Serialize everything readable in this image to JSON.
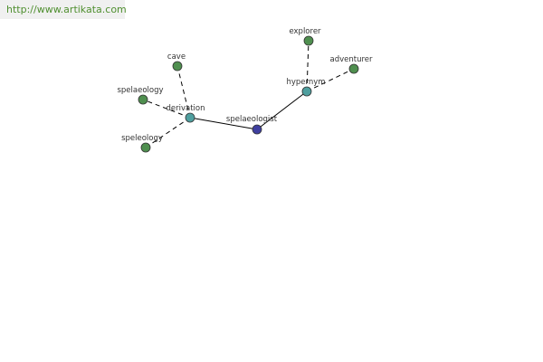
{
  "watermark": {
    "text": "http://www.artikata.com"
  },
  "graph": {
    "nodes": [
      {
        "id": "center",
        "label": "spelaeologist",
        "role": "root"
      },
      {
        "id": "derivation",
        "label": "derivation",
        "role": "relation"
      },
      {
        "id": "hypernym",
        "label": "hypernym",
        "role": "relation"
      },
      {
        "id": "cave",
        "label": "cave",
        "role": "leaf"
      },
      {
        "id": "spelaeology",
        "label": "spelaeology",
        "role": "leaf"
      },
      {
        "id": "speleology",
        "label": "speleology",
        "role": "leaf"
      },
      {
        "id": "explorer",
        "label": "explorer",
        "role": "leaf"
      },
      {
        "id": "adventurer",
        "label": "adventurer",
        "role": "leaf"
      }
    ],
    "edges": [
      {
        "from": "center",
        "to": "derivation",
        "style": "solid"
      },
      {
        "from": "center",
        "to": "hypernym",
        "style": "solid"
      },
      {
        "from": "derivation",
        "to": "cave",
        "style": "dashed"
      },
      {
        "from": "derivation",
        "to": "spelaeology",
        "style": "dashed"
      },
      {
        "from": "derivation",
        "to": "speleology",
        "style": "dashed"
      },
      {
        "from": "hypernym",
        "to": "explorer",
        "style": "dashed"
      },
      {
        "from": "hypernym",
        "to": "adventurer",
        "style": "dashed"
      }
    ]
  },
  "colors": {
    "root": "#3f3f9f",
    "relation": "#4f9f9f",
    "leaf": "#4f8f4f",
    "edge": "#000000",
    "watermark_text": "#4f8f2f",
    "watermark_bg": "#f0f0f0"
  }
}
